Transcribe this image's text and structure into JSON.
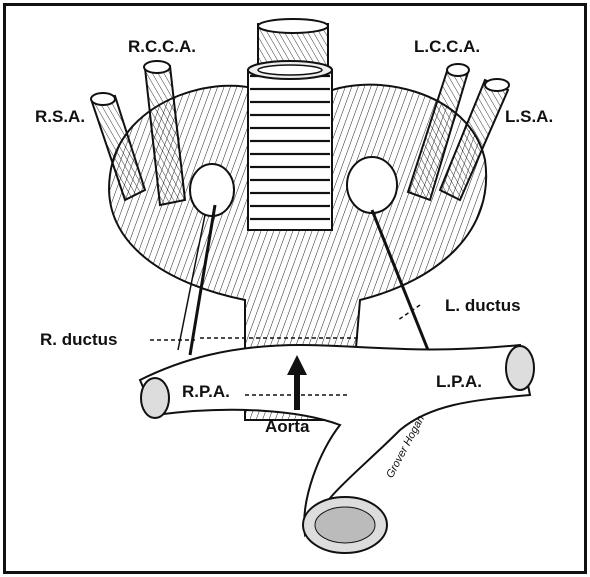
{
  "labels": {
    "rcca": "R.C.C.A.",
    "lcca": "L.C.C.A.",
    "rsa": "R.S.A.",
    "lsa": "L.S.A.",
    "l_ductus": "L. ductus",
    "r_ductus": "R. ductus",
    "rpa": "R.P.A.",
    "lpa": "L.P.A.",
    "aorta": "Aorta"
  },
  "signature": "Grover Hogan"
}
